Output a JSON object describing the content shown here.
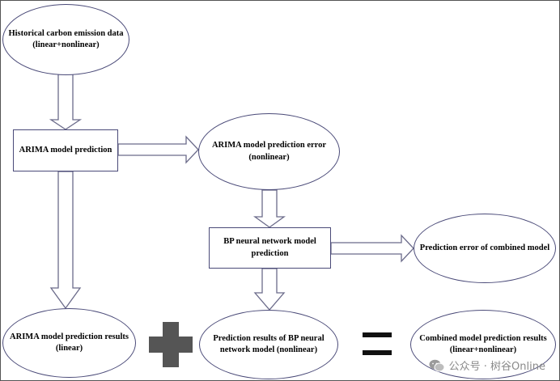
{
  "nodes": {
    "historical": "Historical carbon emission data\n(linear+nonlinear)",
    "arima_pred": "ARIMA model prediction",
    "arima_error": "ARIMA model prediction error\n(nonlinear)",
    "bp_model": "BP neural network model\nprediction",
    "combined_error": "Prediction error of combined model",
    "arima_results": "ARIMA model prediction results\n(linear)",
    "bp_results": "Prediction results of BP neural\nnetwork model (nonlinear)",
    "combined_results": "Combined model prediction results\n(linear+nonlinear)"
  },
  "operators": {
    "plus": "plus-sign",
    "equals": "equals-sign"
  },
  "watermark": {
    "text": "公众号 · 树谷Online",
    "icon": "wechat-icon"
  },
  "colors": {
    "border": "#4a4a78",
    "arrow_stroke": "#6b6b8a",
    "operator": "#555555"
  }
}
